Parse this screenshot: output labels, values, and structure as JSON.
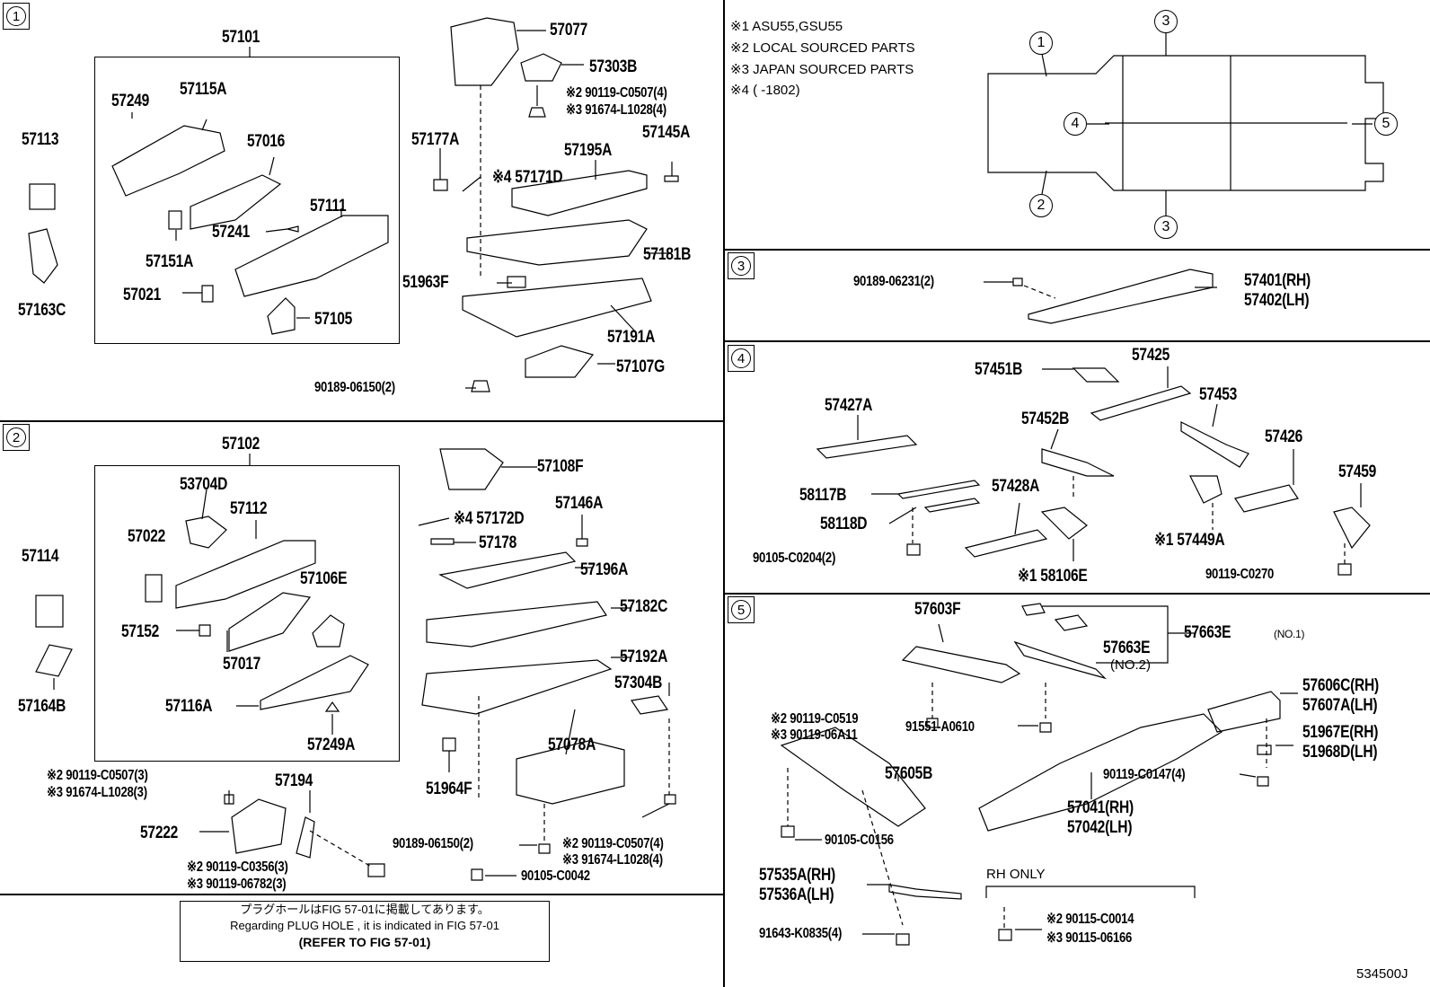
{
  "diagram_id": "534500J",
  "legend": {
    "note1": "※1 ASU55,GSU55",
    "note2": "※2 LOCAL SOURCED PARTS",
    "note3": "※3 JAPAN SOURCED PARTS",
    "note4": "※4 (       -1802)"
  },
  "sections": {
    "s1": {
      "num": "1",
      "box_title": "57101",
      "parts": {
        "p57113": "57113",
        "p57163C": "57163C",
        "p57249": "57249",
        "p57115A": "57115A",
        "p57016": "57016",
        "p57111": "57111",
        "p57241": "57241",
        "p57151A": "57151A",
        "p57021": "57021",
        "p57105": "57105",
        "p57077": "57077",
        "p57303B": "57303B",
        "b1": "※2 90119-C0507(4)",
        "b2": "※3 91674-L1028(4)",
        "p57177A": "57177A",
        "p57171D": "※4 57171D",
        "p57195A": "57195A",
        "p57145A": "57145A",
        "p57181B": "57181B",
        "p51963F": "51963F",
        "p57191A": "57191A",
        "p57107G": "57107G",
        "b3": "90189-06150(2)"
      }
    },
    "s2": {
      "num": "2",
      "box_title": "57102",
      "parts": {
        "p53704D": "53704D",
        "p57112": "57112",
        "p57022": "57022",
        "p57114": "57114",
        "p57106E": "57106E",
        "p57152": "57152",
        "p57017": "57017",
        "p57164B": "57164B",
        "p57116A": "57116A",
        "p57249A": "57249A",
        "b1": "※2 90119-C0507(3)",
        "b2": "※3 91674-L1028(3)",
        "p57194": "57194",
        "p57222": "57222",
        "b3": "※2 90119-C0356(3)",
        "b4": "※3 90119-06782(3)",
        "p57108F": "57108F",
        "p57172D": "※4 57172D",
        "p57146A": "57146A",
        "p57178": "57178",
        "p57196A": "57196A",
        "p57182C": "57182C",
        "p57192A": "57192A",
        "p57304B": "57304B",
        "p51964F": "51964F",
        "p57078A": "57078A",
        "b5": "90189-06150(2)",
        "b6": "※2 90119-C0507(4)",
        "b7": "※3 91674-L1028(4)",
        "b8": "90105-C0042"
      }
    },
    "s3": {
      "num": "3",
      "parts": {
        "b1": "90189-06231(2)",
        "rh": "57401(RH)",
        "lh": "57402(LH)"
      }
    },
    "s4": {
      "num": "4",
      "parts": {
        "p57451B": "57451B",
        "p57425": "57425",
        "p57427A": "57427A",
        "p57453": "57453",
        "p57452B": "57452B",
        "p57426": "57426",
        "p57459": "57459",
        "p58117B": "58117B",
        "p57428A": "57428A",
        "p58118D": "58118D",
        "b1": "90105-C0204(2)",
        "p57449A": "※1 57449A",
        "p58106E": "※1 58106E",
        "b2": "90119-C0270"
      }
    },
    "s5": {
      "num": "5",
      "parts": {
        "p57603F": "57603F",
        "p57663E": "57663E",
        "no1": "(NO.1)",
        "p57663E2": "57663E",
        "no2": "(NO.2)",
        "b1": "※2 90119-C0519",
        "b2": "※3 90119-06A11",
        "b3": "91551-A0610",
        "p57606C": "57606C(RH)",
        "p57607A": "57607A(LH)",
        "p51967E": "51967E(RH)",
        "p51968D": "51968D(LH)",
        "b4": "90119-C0147(4)",
        "p57605B": "57605B",
        "p57041": "57041(RH)",
        "p57042": "57042(LH)",
        "b5": "90105-C0156",
        "p57535A": "57535A(RH)",
        "p57536A": "57536A(LH)",
        "rhonly": "RH ONLY",
        "b6": "91643-K0835(4)",
        "b7": "※2 90115-C0014",
        "b8": "※3 90115-06166"
      }
    }
  },
  "overview": {
    "c1": "1",
    "c2": "2",
    "c3a": "3",
    "c3b": "3",
    "c4": "4",
    "c5": "5"
  },
  "note_box": {
    "line1": "プラグホールはFIG 57-01に掲載してあります。",
    "line2": "Regarding  PLUG  HOLE , it is indicated in FIG  57-01",
    "line3": "(REFER TO FIG 57-01)"
  }
}
